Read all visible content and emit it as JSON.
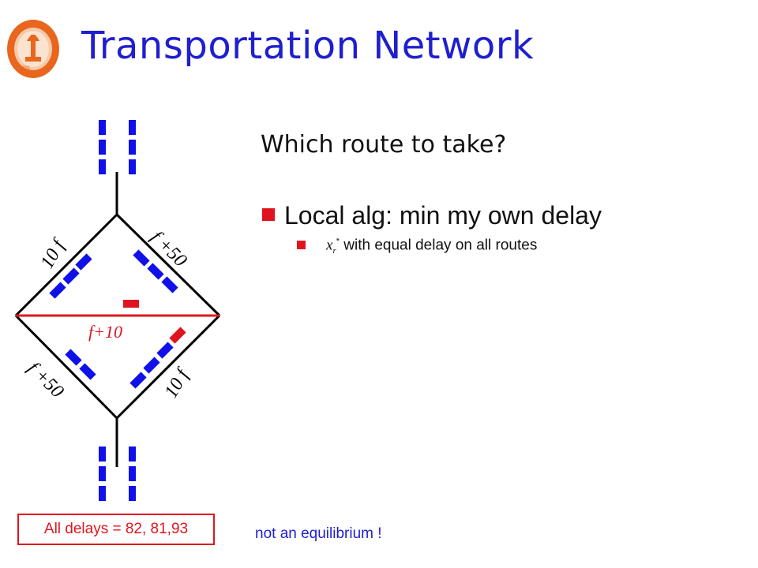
{
  "slide": {
    "title": "Transportation Network",
    "question": "Which route to take?",
    "bullets": [
      {
        "text": "Local alg: min my own delay"
      },
      {
        "var": "x",
        "sub": "r",
        "sup": "*",
        "text": " with equal delay on all routes"
      }
    ],
    "delays_box": "All delays = 82, 81,93",
    "footer_note": "not an equilibrium !"
  },
  "network": {
    "edges": {
      "upper_left": "10 f",
      "upper_right": "f +50",
      "middle": "f+10",
      "lower_left": "f +50",
      "lower_right": "10 f"
    }
  },
  "colors": {
    "title": "#1F1FCF",
    "accent_red": "#E0141E",
    "car_blue": "#1010E8",
    "note_blue": "#1F1FCF"
  },
  "icons": [
    "caltech-seal-icon",
    "bullet-square-icon"
  ]
}
